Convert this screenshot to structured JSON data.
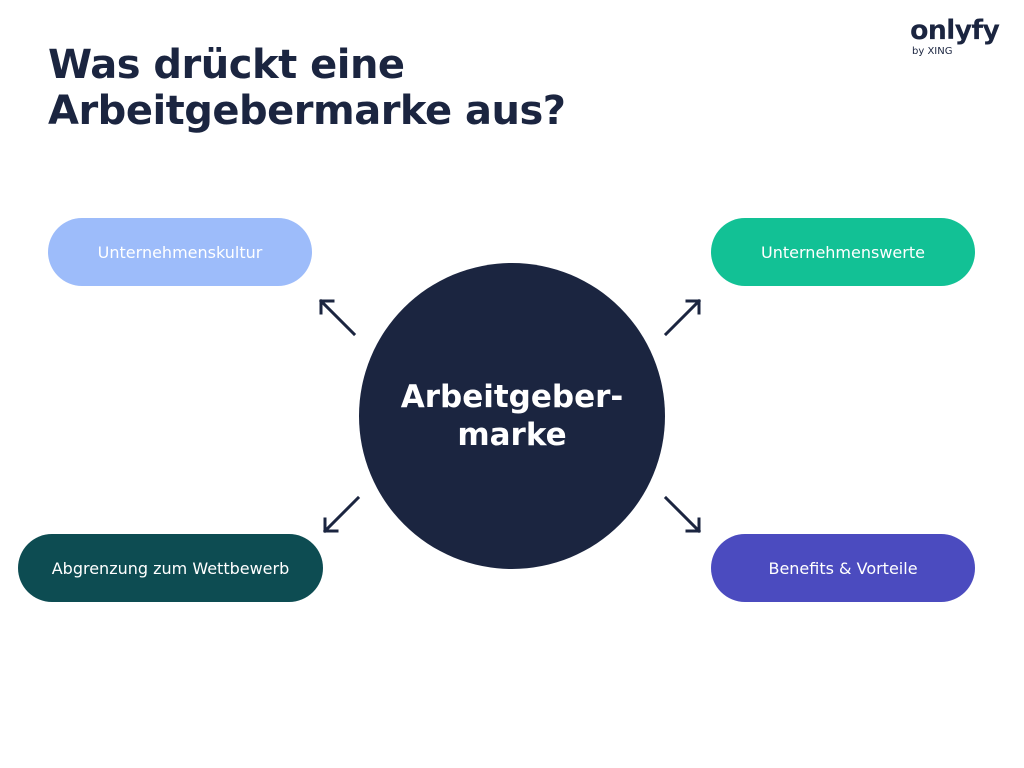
{
  "title": {
    "line1": "Was drückt eine",
    "line2": "Arbeitgebermarke aus?"
  },
  "logo": {
    "wordmark": "onlyfy",
    "byline": "by XING"
  },
  "center": {
    "line1": "Arbeitgeber-",
    "line2": "marke",
    "color": "#1b2540",
    "text_color": "#ffffff"
  },
  "nodes": [
    {
      "label": "Unternehmenskultur",
      "color": "#9dbcfa",
      "text_color": "#ffffff"
    },
    {
      "label": "Unternehmenswerte",
      "color": "#12c195",
      "text_color": "#ffffff"
    },
    {
      "label": "Abgrenzung zum Wettbewerb",
      "color": "#0d4c52",
      "text_color": "#ffffff"
    },
    {
      "label": "Benefits & Vorteile",
      "color": "#4b4bbf",
      "text_color": "#ffffff"
    }
  ],
  "arrow_color": "#1b2540"
}
